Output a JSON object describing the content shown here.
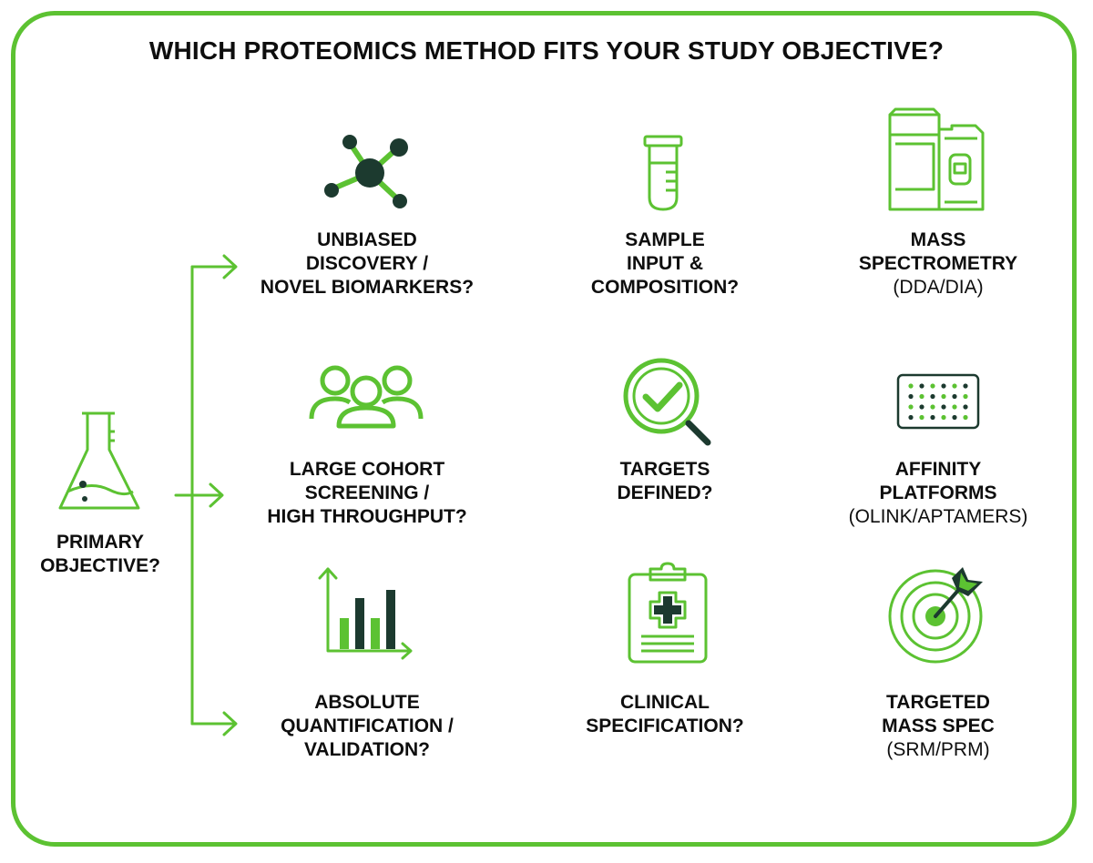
{
  "title": "WHICH PROTEOMICS METHOD FITS YOUR STUDY OBJECTIVE?",
  "colors": {
    "green": "#5cc232",
    "dark": "#1c3a2f",
    "text": "#0e0e0e"
  },
  "primary": {
    "line1": "PRIMARY",
    "line2": "OBJECTIVE?",
    "icon": "flask-icon"
  },
  "rows": [
    {
      "question": {
        "lines": [
          "UNBIASED",
          "DISCOVERY /",
          "NOVEL BIOMARKERS?"
        ],
        "icon": "network-icon"
      },
      "criterion": {
        "lines": [
          "SAMPLE",
          "INPUT &",
          "COMPOSITION?"
        ],
        "icon": "test-tube-icon"
      },
      "method": {
        "lines": [
          "MASS",
          "SPECTROMETRY"
        ],
        "sub": "(DDA/DIA)",
        "icon": "mass-spectrometer-icon"
      }
    },
    {
      "question": {
        "lines": [
          "LARGE COHORT",
          "SCREENING /",
          "HIGH THROUGHPUT?"
        ],
        "icon": "people-group-icon"
      },
      "criterion": {
        "lines": [
          "TARGETS",
          "DEFINED?"
        ],
        "icon": "magnifier-check-icon"
      },
      "method": {
        "lines": [
          "AFFINITY",
          "PLATFORMS"
        ],
        "sub": "(OLINK/APTAMERS)",
        "icon": "microplate-icon"
      }
    },
    {
      "question": {
        "lines": [
          "ABSOLUTE",
          "QUANTIFICATION /",
          "VALIDATION?"
        ],
        "icon": "bar-chart-icon"
      },
      "criterion": {
        "lines": [
          "CLINICAL",
          "SPECIFICATION?"
        ],
        "icon": "clipboard-icon"
      },
      "method": {
        "lines": [
          "TARGETED",
          "MASS SPEC"
        ],
        "sub": "(SRM/PRM)",
        "icon": "target-icon"
      }
    }
  ]
}
